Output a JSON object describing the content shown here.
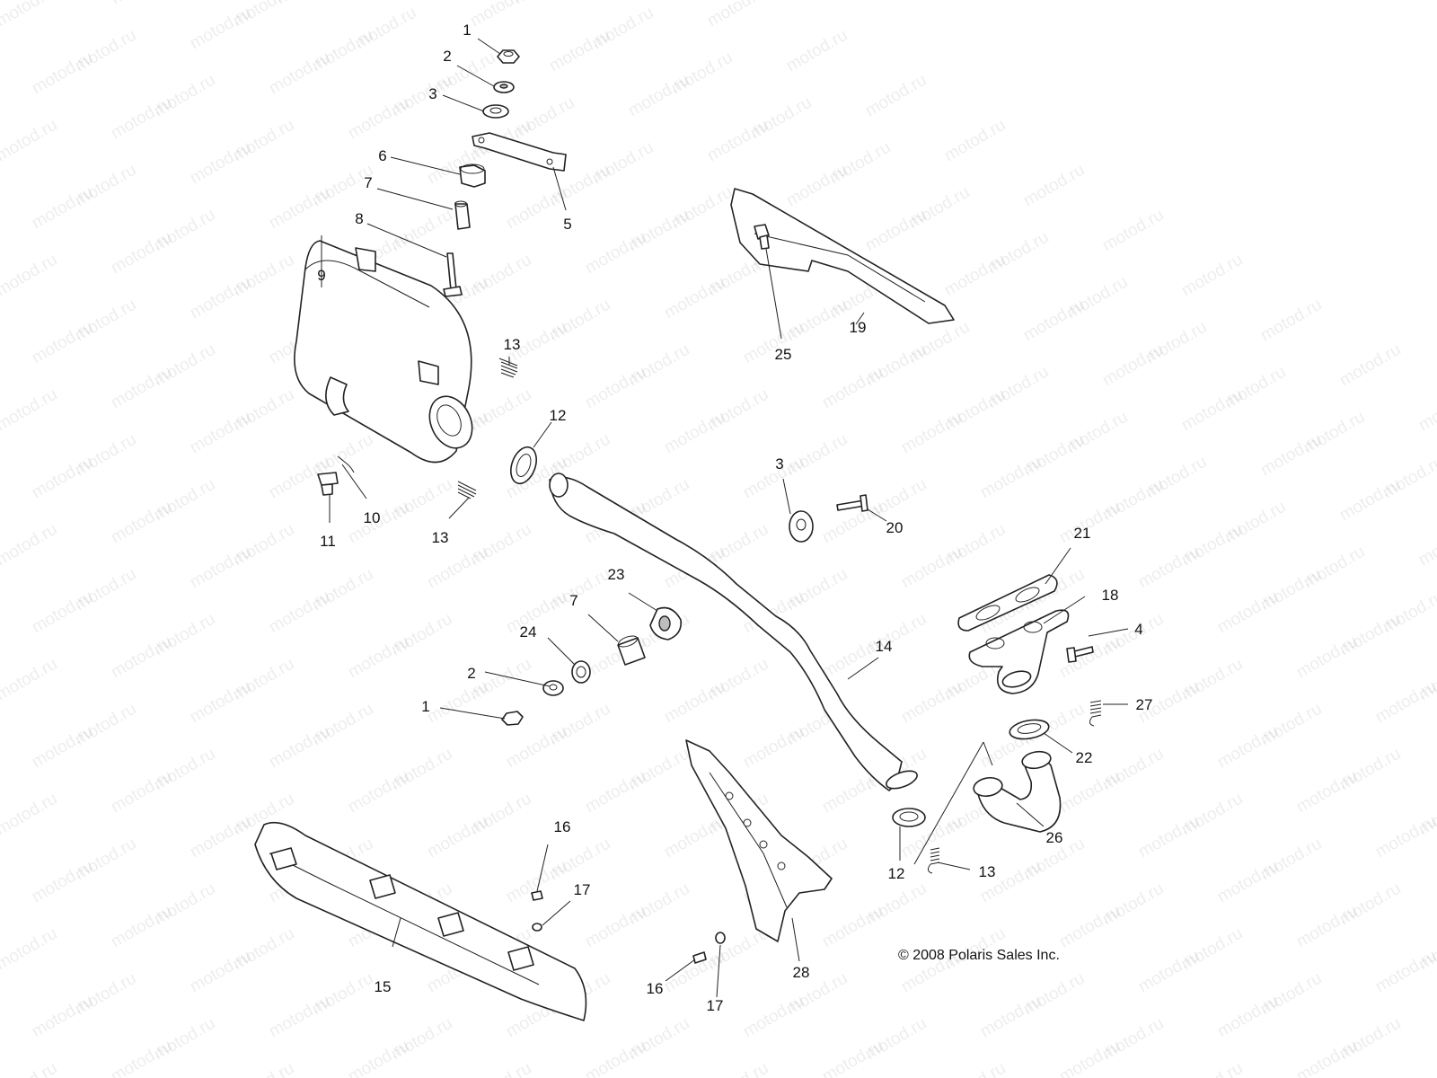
{
  "watermark": "motod.ru",
  "copyright": "© 2008 Polaris Sales Inc.",
  "callouts": {
    "c1a": "1",
    "c2a": "2",
    "c3a": "3",
    "c6": "6",
    "c7a": "7",
    "c8": "8",
    "c5": "5",
    "c9": "9",
    "c13a": "13",
    "c12a": "12",
    "c10": "10",
    "c11": "11",
    "c13b": "13",
    "c19": "19",
    "c25": "25",
    "c3b": "3",
    "c20": "20",
    "c21": "21",
    "c18": "18",
    "c4": "4",
    "c23": "23",
    "c7b": "7",
    "c24": "24",
    "c2b": "2",
    "c1b": "1",
    "c14": "14",
    "c27": "27",
    "c22": "22",
    "c26": "26",
    "c12b": "12",
    "c13c": "13",
    "c16a": "16",
    "c17a": "17",
    "c15": "15",
    "c16b": "16",
    "c17b": "17",
    "c28": "28"
  }
}
